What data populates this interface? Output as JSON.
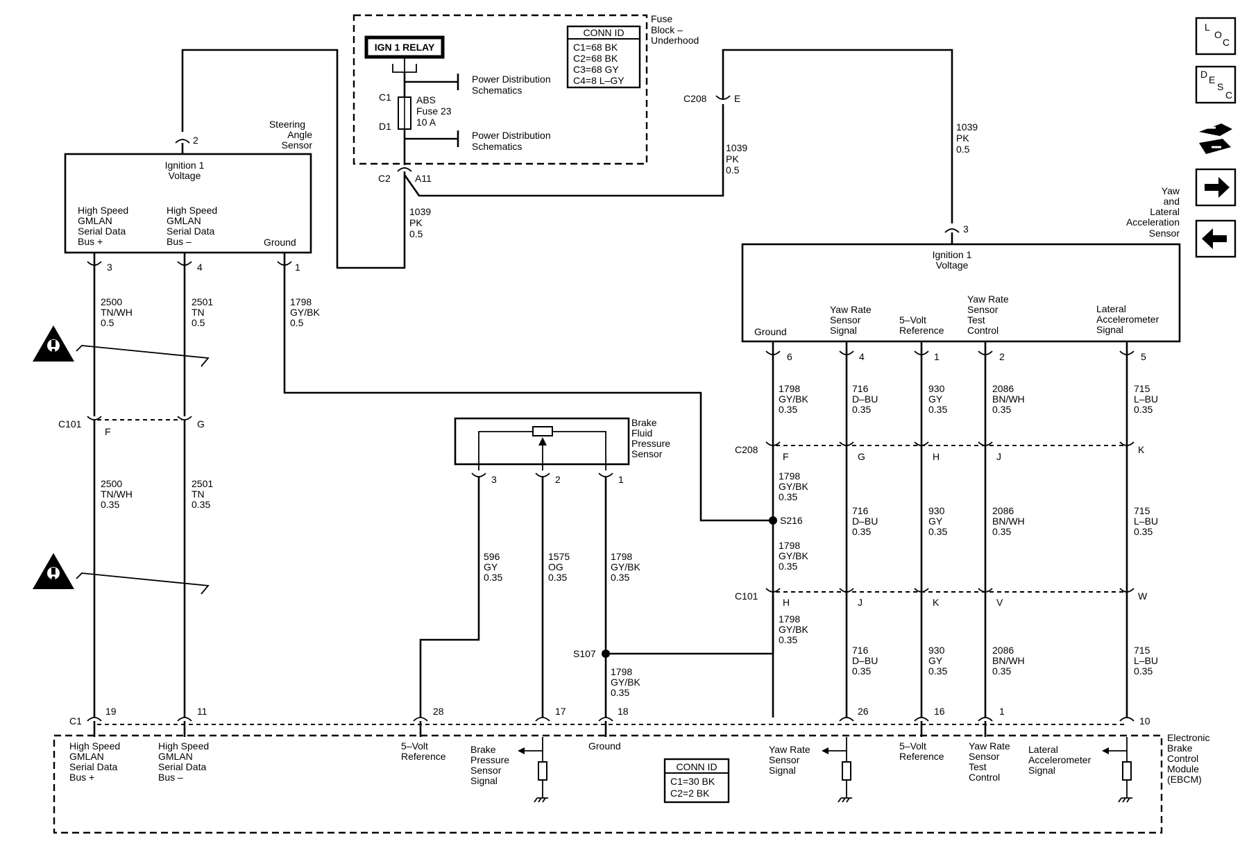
{
  "fuse_block": {
    "relay": "IGN 1 RELAY",
    "title": [
      "Fuse",
      "Block –",
      "Underhood"
    ],
    "conn_title": "CONN ID",
    "conn_lines": [
      "C1=68 BK",
      "C2=68 BK",
      "C3=68 GY",
      "C4=8 L–GY"
    ],
    "c1": "C1",
    "d1": "D1",
    "fuse_label": [
      "ABS",
      "Fuse 23",
      "10 A"
    ],
    "power_dist_1": [
      "Power Distribution",
      "Schematics"
    ],
    "power_dist_2": [
      "Power Distribution",
      "Schematics"
    ],
    "c2": "C2",
    "a11": "A11"
  },
  "steering": {
    "title": [
      "Steering",
      "Angle",
      "Sensor"
    ],
    "ign": [
      "Ignition 1",
      "Voltage"
    ],
    "pin_top": "2",
    "hs_plus": [
      "High Speed",
      "GMLAN",
      "Serial Data",
      "Bus +"
    ],
    "hs_minus": [
      "High Speed",
      "GMLAN",
      "Serial Data",
      "Bus –"
    ],
    "ground": "Ground",
    "pins": [
      "3",
      "4",
      "1"
    ]
  },
  "wires": {
    "w1039_a": [
      "1039",
      "PK",
      "0.5"
    ],
    "w1039_b": [
      "1039",
      "PK",
      "0.5"
    ],
    "w1039_c": [
      "1039",
      "PK",
      "0.5"
    ],
    "w2500_a": [
      "2500",
      "TN/WH",
      "0.5"
    ],
    "w2501_a": [
      "2501",
      "TN",
      "0.5"
    ],
    "w1798_a": [
      "1798",
      "GY/BK",
      "0.5"
    ],
    "w2500_b": [
      "2500",
      "TN/WH",
      "0.35"
    ],
    "w2501_b": [
      "2501",
      "TN",
      "0.35"
    ],
    "w596": [
      "596",
      "GY",
      "0.35"
    ],
    "w1575": [
      "1575",
      "OG",
      "0.35"
    ],
    "w1798_b": [
      "1798",
      "GY/BK",
      "0.35"
    ],
    "w1798_c": [
      "1798",
      "GY/BK",
      "0.35"
    ],
    "y1798_1": [
      "1798",
      "GY/BK",
      "0.35"
    ],
    "y1798_2": [
      "1798",
      "GY/BK",
      "0.35"
    ],
    "y1798_3": [
      "1798",
      "GY/BK",
      "0.35"
    ],
    "y1798_4": [
      "1798",
      "GY/BK",
      "0.35"
    ],
    "y716_1": [
      "716",
      "D–BU",
      "0.35"
    ],
    "y716_2": [
      "716",
      "D–BU",
      "0.35"
    ],
    "y716_3": [
      "716",
      "D–BU",
      "0.35"
    ],
    "y930_1": [
      "930",
      "GY",
      "0.35"
    ],
    "y930_2": [
      "930",
      "GY",
      "0.35"
    ],
    "y930_3": [
      "930",
      "GY",
      "0.35"
    ],
    "y2086_1": [
      "2086",
      "BN/WH",
      "0.35"
    ],
    "y2086_2": [
      "2086",
      "BN/WH",
      "0.35"
    ],
    "y2086_3": [
      "2086",
      "BN/WH",
      "0.35"
    ],
    "y715_1": [
      "715",
      "L–BU",
      "0.35"
    ],
    "y715_2": [
      "715",
      "L–BU",
      "0.35"
    ],
    "y715_3": [
      "715",
      "L–BU",
      "0.35"
    ]
  },
  "c208_top": {
    "name": "C208",
    "pin": "E"
  },
  "c101_left": {
    "name": "C101",
    "pins": [
      "F",
      "G"
    ]
  },
  "brake_sensor": {
    "title": [
      "Brake",
      "Fluid",
      "Pressure",
      "Sensor"
    ],
    "pins": [
      "3",
      "2",
      "1"
    ]
  },
  "yaw": {
    "title": [
      "Yaw",
      "and",
      "Lateral",
      "Acceleration",
      "Sensor"
    ],
    "pin_top": "3",
    "ign": [
      "Ignition 1",
      "Voltage"
    ],
    "ground": "Ground",
    "yaw_sig": [
      "Yaw Rate",
      "Sensor",
      "Signal"
    ],
    "vref": [
      "5–Volt",
      "Reference"
    ],
    "yaw_test": [
      "Yaw Rate",
      "Sensor",
      "Test",
      "Control"
    ],
    "lat_sig": [
      "Lateral",
      "Accelerometer",
      "Signal"
    ],
    "pins": [
      "6",
      "4",
      "1",
      "2",
      "5"
    ]
  },
  "c208_right": {
    "name": "C208",
    "pins": [
      "F",
      "G",
      "H",
      "J",
      "K"
    ]
  },
  "s216": "S216",
  "c101_right": {
    "name": "C101",
    "pins": [
      "H",
      "J",
      "K",
      "V",
      "W"
    ]
  },
  "s107": "S107",
  "ebcm": {
    "c1": "C1",
    "pins": [
      "19",
      "11",
      "28",
      "17",
      "18",
      "26",
      "16",
      "1",
      "10"
    ],
    "title": [
      "Electronic",
      "Brake",
      "Control",
      "Module",
      "(EBCM)"
    ],
    "hs_plus": [
      "High Speed",
      "GMLAN",
      "Serial Data",
      "Bus +"
    ],
    "hs_minus": [
      "High Speed",
      "GMLAN",
      "Serial Data",
      "Bus –"
    ],
    "vref_a": [
      "5–Volt",
      "Reference"
    ],
    "brake_sig": [
      "Brake",
      "Pressure",
      "Sensor",
      "Signal"
    ],
    "ground": "Ground",
    "yaw_sig": [
      "Yaw Rate",
      "Sensor",
      "Signal"
    ],
    "vref_b": [
      "5–Volt",
      "Reference"
    ],
    "yaw_test": [
      "Yaw Rate",
      "Sensor",
      "Test",
      "Control"
    ],
    "lat_sig": [
      "Lateral",
      "Accelerometer",
      "Signal"
    ],
    "conn_title": "CONN ID",
    "conn_lines": [
      "C1=30 BK",
      "C2=2 BK"
    ]
  },
  "nav": {
    "loc": [
      "L",
      "O",
      "C"
    ],
    "desc": [
      "D",
      "E",
      "S",
      "C"
    ],
    "icons": [
      "loc-icon",
      "desc-icon",
      "connector-icon",
      "next-arrow-icon",
      "prev-arrow-icon"
    ]
  }
}
